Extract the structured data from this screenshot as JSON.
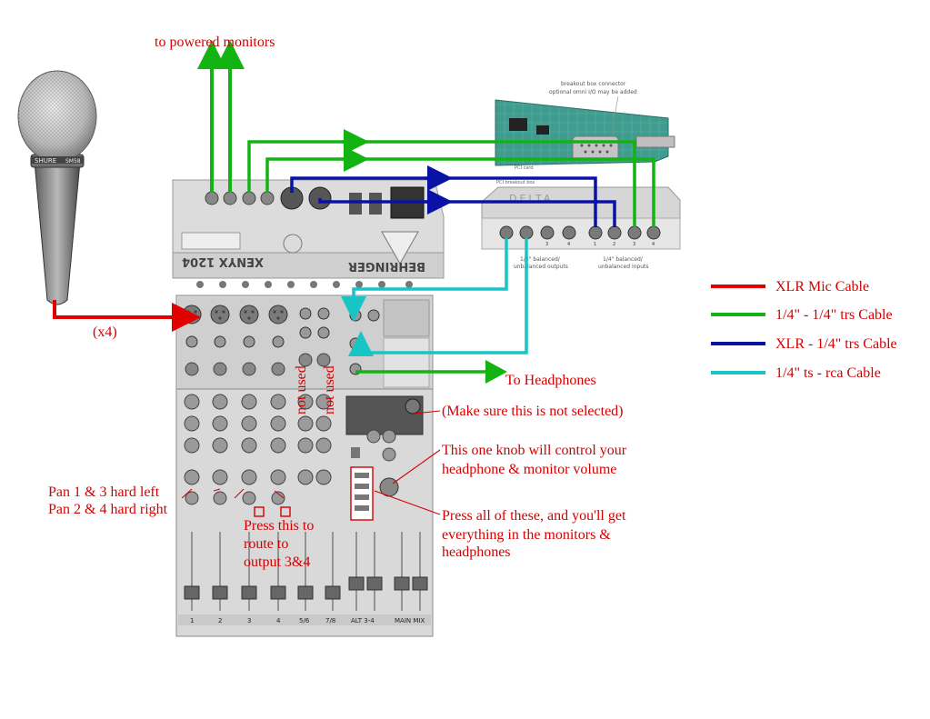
{
  "title": "to powered monitors",
  "mic": {
    "brand": "SHURE",
    "model": "SM58"
  },
  "xenyx": {
    "brand_label": "BEHRINGER",
    "model_label": "XENYX 1204"
  },
  "delta": {
    "brand_label": "DELTA"
  },
  "annotations": {
    "x4": "(x4)",
    "to_headphones": "To Headphones",
    "not_used_1": "not used",
    "not_used_2": "not used",
    "make_sure": "(Make sure this is not selected)",
    "knob_line1": "This one knob will control your",
    "knob_line2": "headphone & monitor volume",
    "press_line1": "Press all of these, and you'll get",
    "press_line2": "everything in the monitors &",
    "press_line3": "headphones",
    "pan_line1": "Pan 1 & 3 hard left",
    "pan_line2": "Pan 2 & 4 hard right",
    "route_line1": "Press this to",
    "route_line2": "route to",
    "route_line3": "output 3&4"
  },
  "pci": {
    "connector_line1": "breakout box connector",
    "connector_line2": "optional omni I/O may be added",
    "pci_card": "PCI card",
    "pci_breakout": "PCI breakout box",
    "out_label_1": "1/4\" balanced/",
    "out_label_2": "unbalanced outputs",
    "in_label_1": "1/4\" balanced/",
    "in_label_2": "unbalanced inputs",
    "jack_labels": [
      "1",
      "2",
      "3",
      "4",
      "1",
      "2",
      "3",
      "4"
    ]
  },
  "mixer": {
    "channel_labels": [
      "1",
      "2",
      "3",
      "4",
      "5/6",
      "7/8"
    ],
    "alt_label": "ALT 3-4",
    "main_label": "MAIN MIX"
  },
  "legend": [
    {
      "label": "XLR Mic Cable",
      "color": "#e00000"
    },
    {
      "label": "1/4\" - 1/4\" trs Cable",
      "color": "#13b313"
    },
    {
      "label": "XLR - 1/4\" trs Cable",
      "color": "#0a12a6"
    },
    {
      "label": "1/4\" ts - rca Cable",
      "color": "#19c4c4"
    }
  ],
  "colors": {
    "xlr_mic": "#e00000",
    "trs": "#13b313",
    "xlr_trs": "#0a12a6",
    "rca": "#19c4c4",
    "annotation": "#d40000"
  }
}
